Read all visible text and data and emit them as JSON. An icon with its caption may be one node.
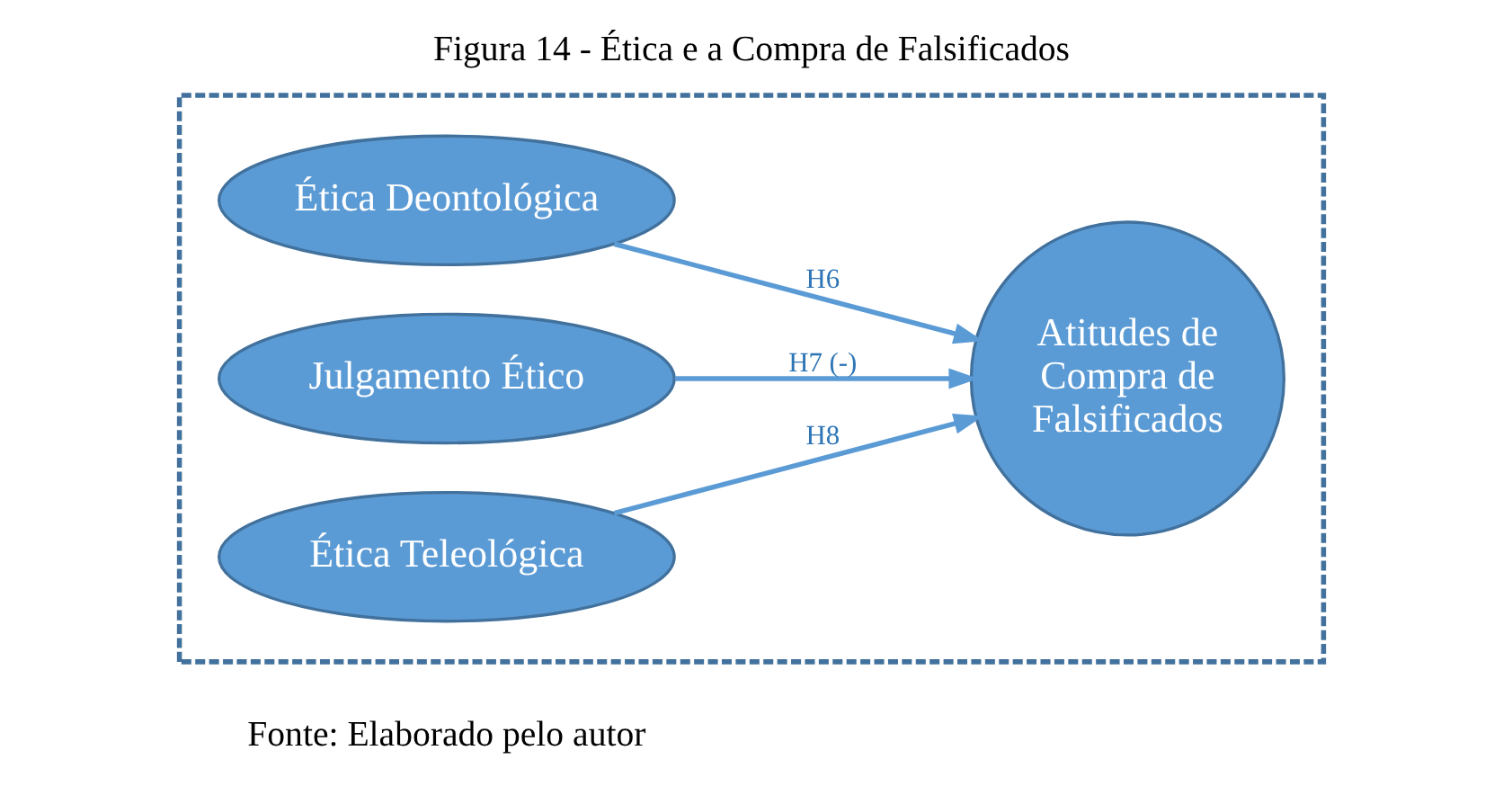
{
  "diagram": {
    "title": "Figura 14 - Ética e a Compra de Falsificados",
    "caption": "Fonte: Elaborado pelo autor",
    "nodes": [
      {
        "text": [],
        "shape": "box"
      },
      {
        "text": [
          "Ética Deontológica"
        ],
        "in": 0
      },
      {
        "text": [
          "Julgamento Ético"
        ],
        "in": 0
      },
      {
        "text": [
          "Ética Teleológica"
        ],
        "in": 0
      },
      {
        "text": [
          "Atitudes de Compra de Falsificados"
        ],
        "in": 0
      }
    ],
    "edges": [
      {
        "from": 1,
        "to": 4,
        "arrow": "to",
        "label": "H6"
      },
      {
        "from": 2,
        "to": 4,
        "arrow": "to",
        "label": "H7 (-)"
      },
      {
        "from": 3,
        "to": 4,
        "arrow": "to",
        "label": "H8"
      }
    ]
  }
}
